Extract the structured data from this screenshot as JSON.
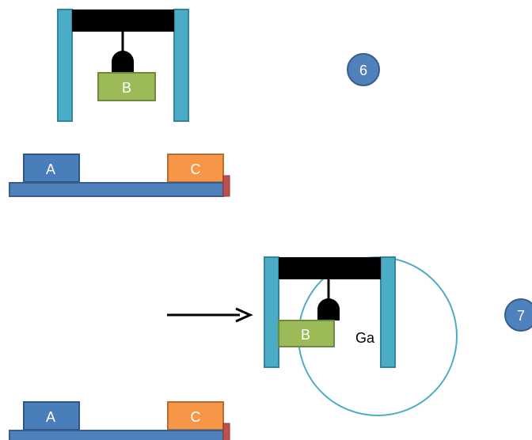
{
  "scene_top": {
    "step": {
      "label": "6"
    },
    "blocks": [
      {
        "id": "A",
        "label": "A",
        "color": "#4a7ebb"
      },
      {
        "id": "B",
        "label": "B",
        "color": "#9bbb59"
      },
      {
        "id": "C",
        "label": "C",
        "color": "#f79646"
      }
    ]
  },
  "scene_bottom": {
    "step": {
      "label": "7"
    },
    "blocks": [
      {
        "id": "A",
        "label": "A",
        "color": "#4a7ebb"
      },
      {
        "id": "B",
        "label": "B",
        "color": "#9bbb59"
      },
      {
        "id": "C",
        "label": "C",
        "color": "#f79646"
      }
    ],
    "gate_label": "Ga"
  },
  "colors": {
    "frame_post": "#4bacc6",
    "frame_post_border": "#31859c",
    "beam": "#000000",
    "platform": "#4f81bd",
    "stopper": "#c0504d",
    "step_circle": "#4f81bd",
    "highlight_circle": "#4bacc6"
  }
}
